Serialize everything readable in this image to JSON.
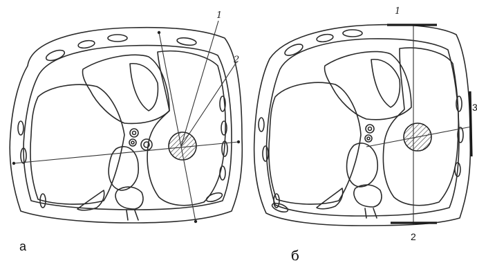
{
  "figure_a": {
    "caption": "а",
    "labels": {
      "beam_1": "1",
      "beam_2": "2"
    }
  },
  "figure_b": {
    "caption": "б",
    "labels": {
      "plate_1": "1",
      "plate_2": "2",
      "plate_3": "3"
    }
  }
}
